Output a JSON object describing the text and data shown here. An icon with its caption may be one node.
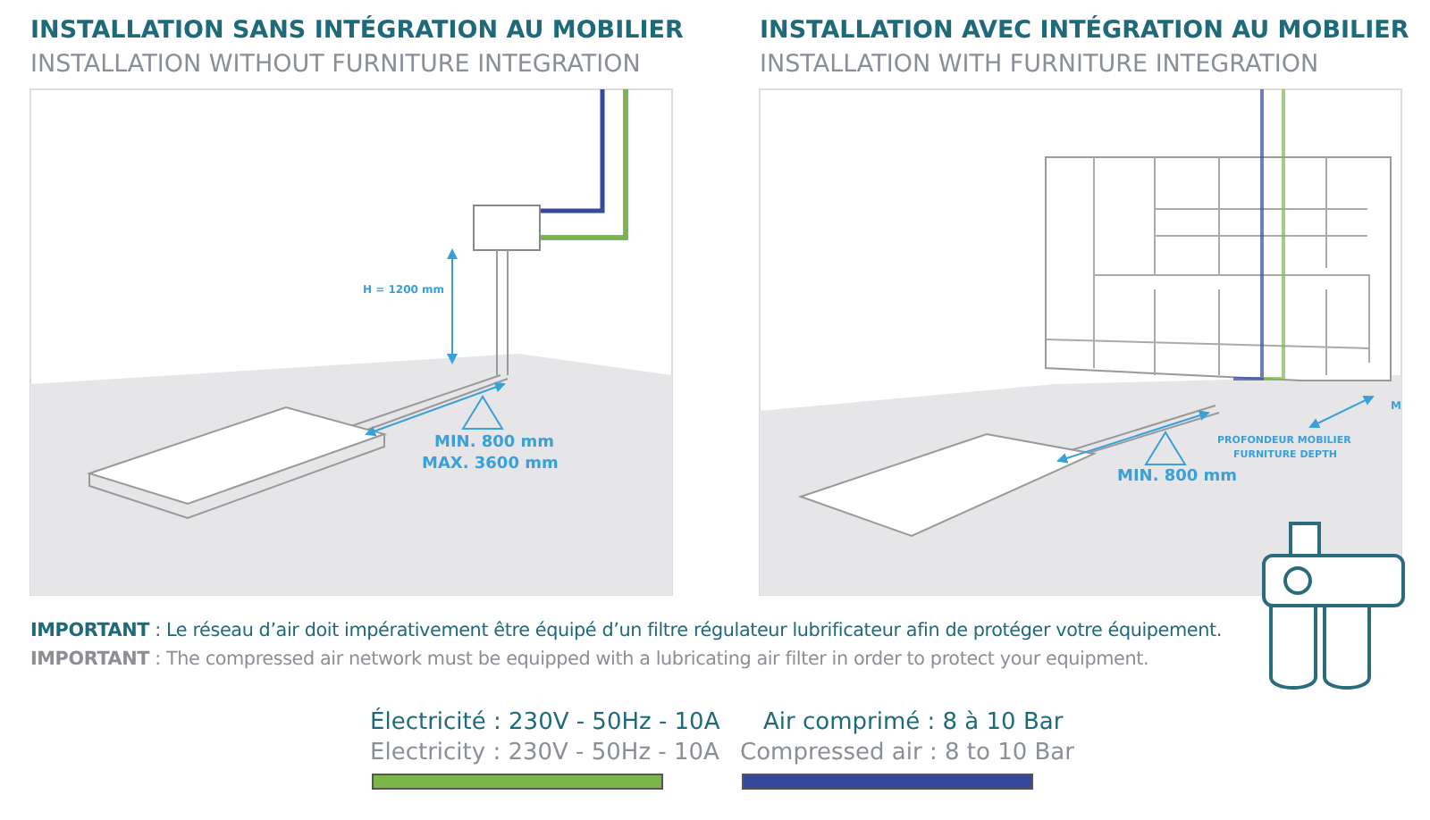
{
  "diagram": {
    "labels": [
      "INSTALLATION SANS INTÉGRATION AU MOBILIER",
      "INSTALLATION WITHOUT FURNITURE INTEGRATION",
      "INSTALLATION AVEC INTÉGRATION AU MOBILIER",
      "INSTALLATION WITH FURNITURE INTEGRATION",
      "H = 1200 mm",
      "MIN. 800 mm",
      "MAX. 3600 mm",
      "MIN. 800 mm",
      "PROFONDEUR MOBILIER",
      "FURNITURE DEPTH",
      "M",
      "**IMPORTANT** : Le réseau d’air doit impérativement être équipé d’un filtre régulateur lubrificateur afin de protéger votre équipement.",
      "**IMPORTANT** : The compressed air network must be equipped with a lubricating air filter in order to protect your equipment.",
      "Electricity : 230V - 50Hz - 10A",
      "Compressed air : 8 to 10 Bar"
    ],
    "legend": [
      {
        "text": "Électricité : 230V - 50Hz - 10A",
        "color": "#7ab648"
      },
      {
        "text": "Air comprimé : 8 à 10 Bar",
        "color": "#34499a"
      }
    ]
  }
}
